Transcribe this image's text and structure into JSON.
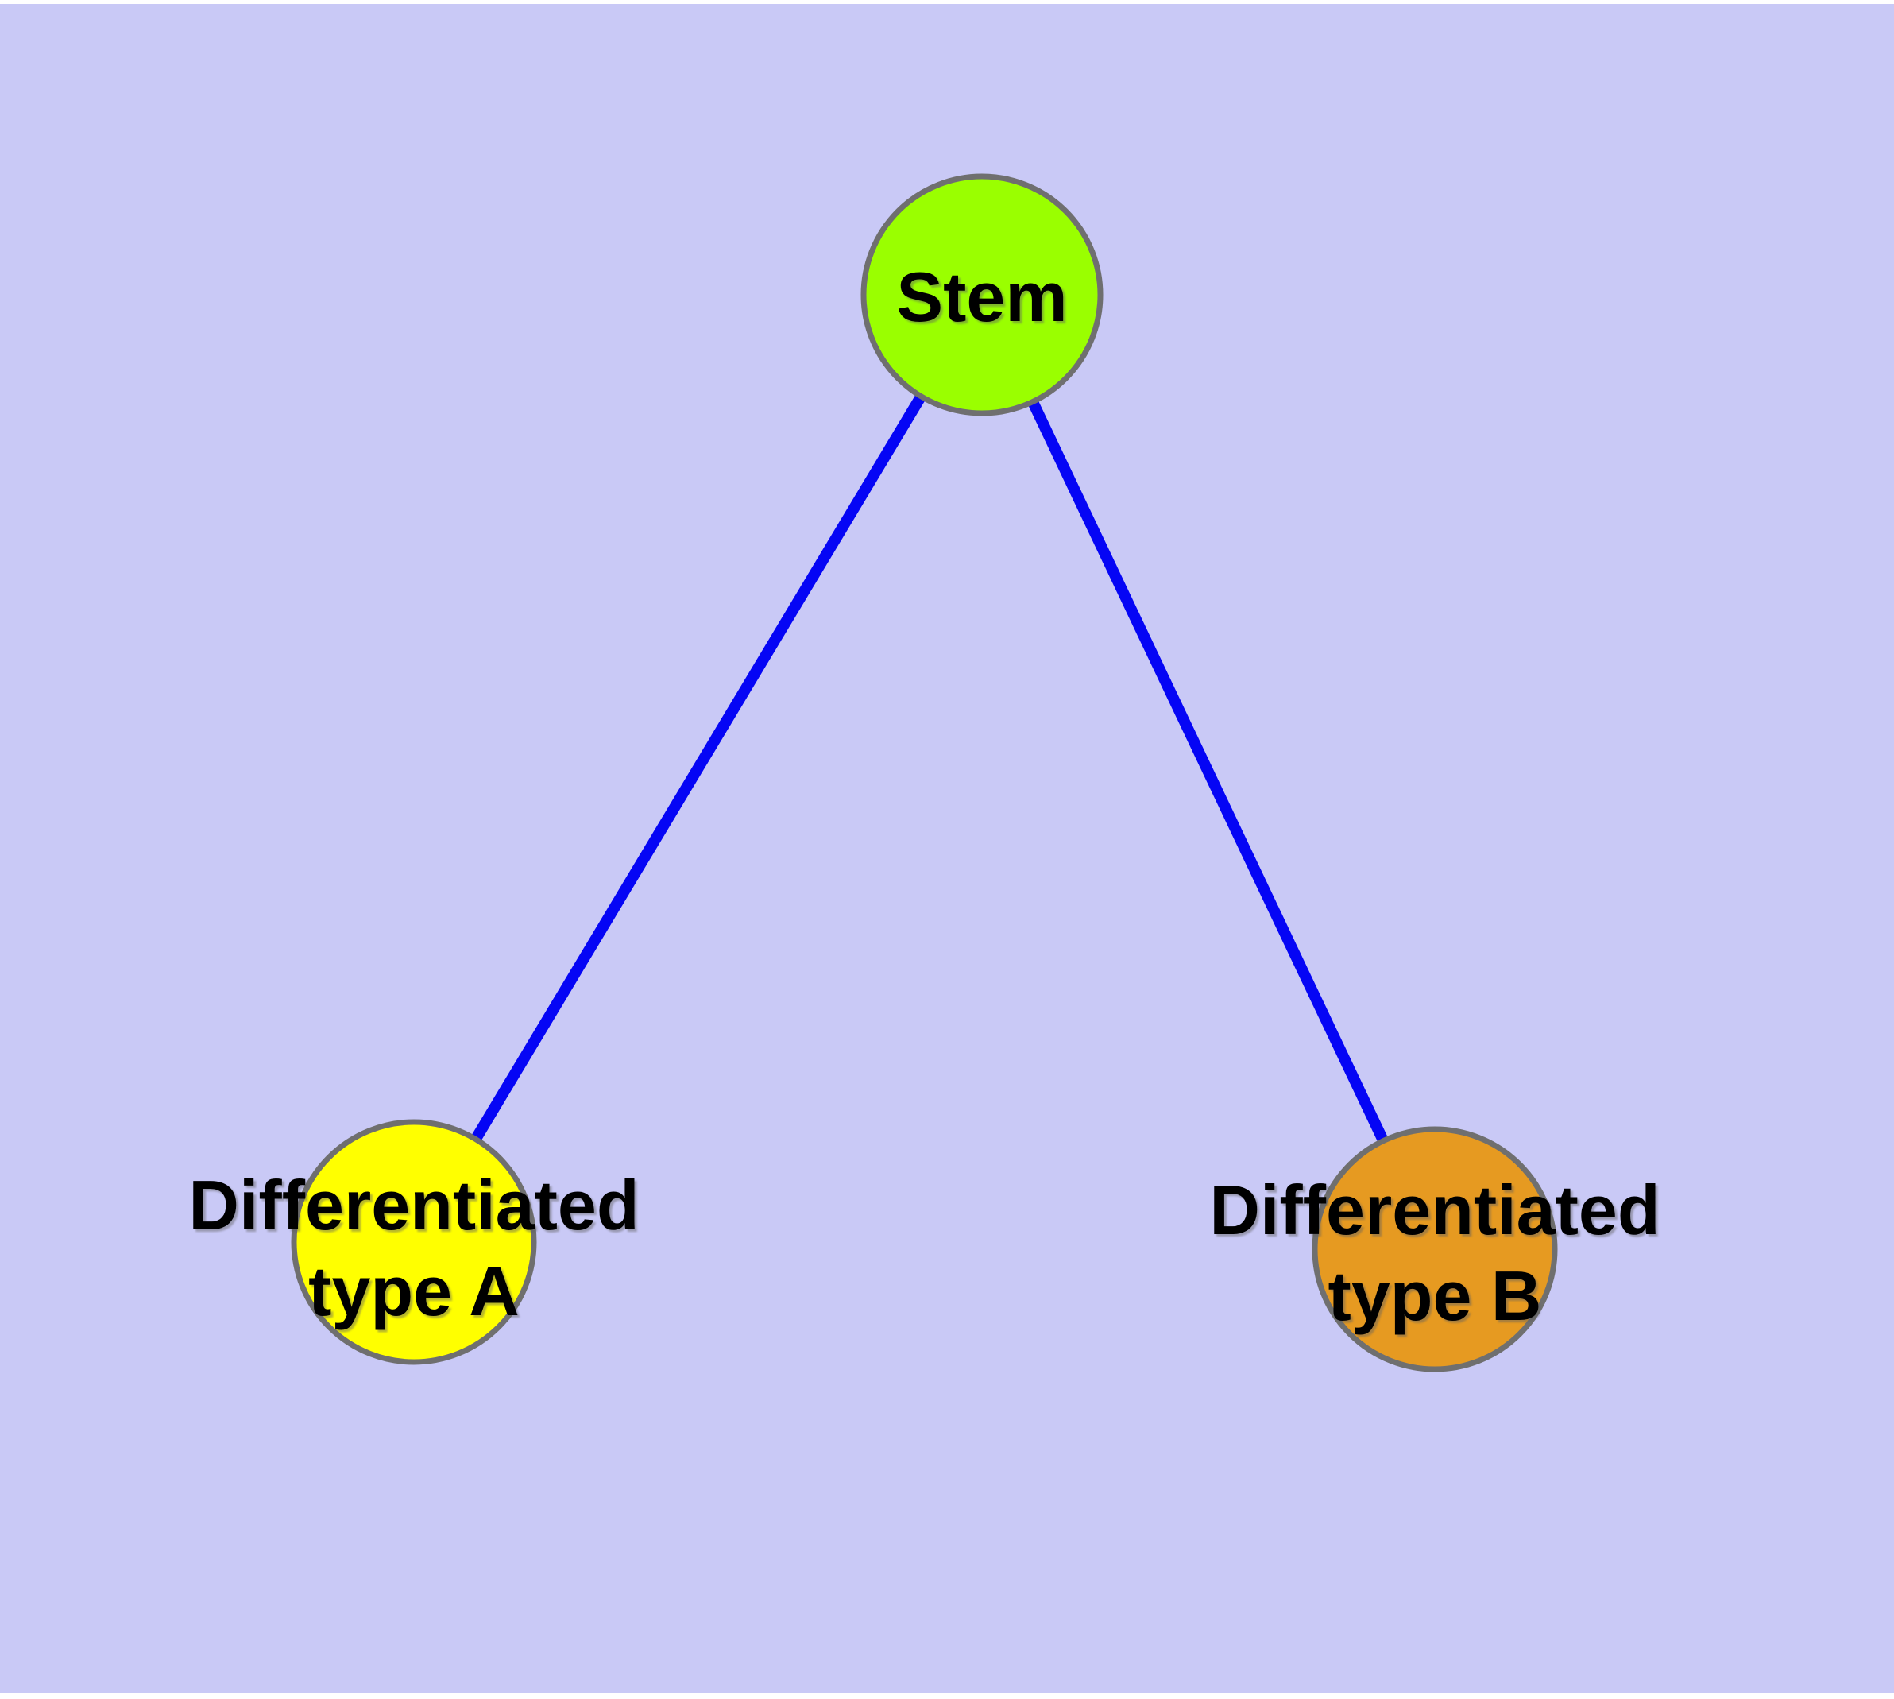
{
  "diagram": {
    "type": "graph",
    "background_color": "#c9c9f6",
    "margin_color": "#ffffff",
    "edge_color": "#0505f5",
    "node_border_color": "#6f6f6f",
    "label_color": "#000000",
    "nodes": [
      {
        "id": "stem",
        "label": "Stem",
        "fill": "#9aff00"
      },
      {
        "id": "differentiated-type-a",
        "label": "Differentiated type A",
        "label_line1": "Differentiated",
        "label_line2": "type A",
        "fill": "#ffff00"
      },
      {
        "id": "differentiated-type-b",
        "label": "Differentiated type B",
        "label_line1": "Differentiated",
        "label_line2": "type B",
        "fill": "#e69a21"
      }
    ],
    "edges": [
      {
        "from": "stem",
        "to": "differentiated-type-a"
      },
      {
        "from": "stem",
        "to": "differentiated-type-b"
      }
    ]
  }
}
